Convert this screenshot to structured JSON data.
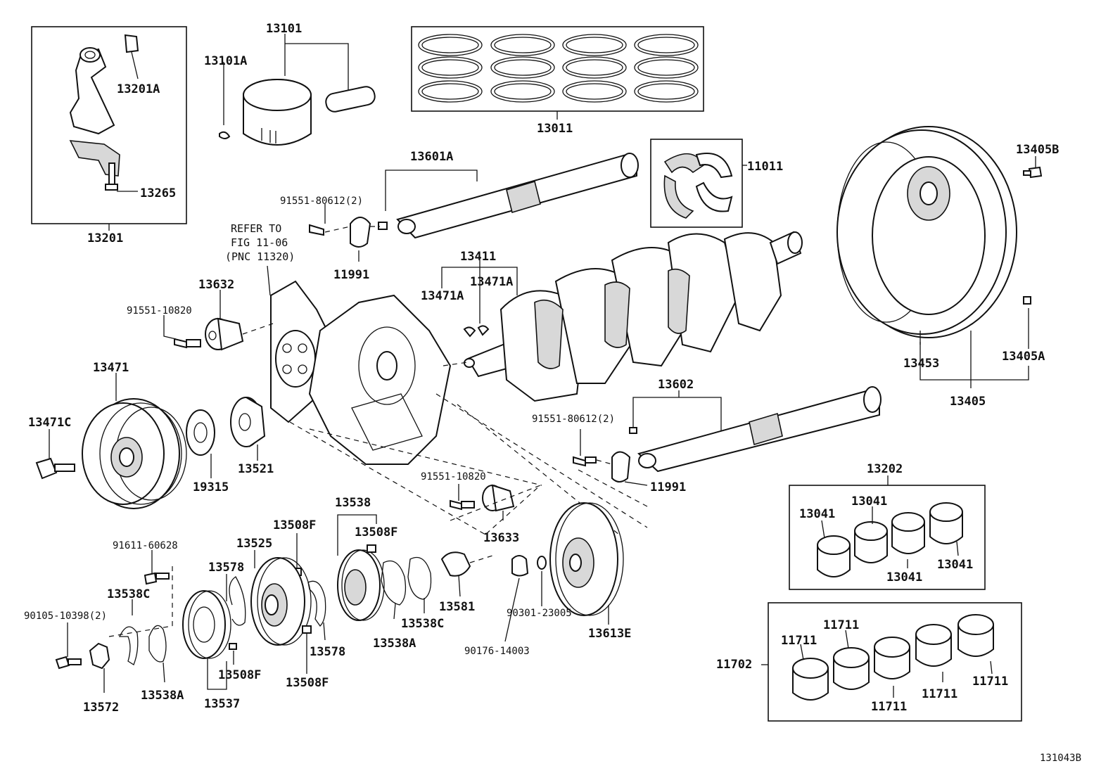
{
  "diagram_id": "131043B",
  "reference_note": [
    "REFER TO",
    "FIG 11-06",
    "(PNC 11320)"
  ],
  "callouts": {
    "c13101": "13101",
    "c13101A": "13101A",
    "c13201A": "13201A",
    "c13265": "13265",
    "c13201": "13201",
    "c13011": "13011",
    "c13601A": "13601A",
    "c11011": "11011",
    "c13405B": "13405B",
    "c91551_80612_top": "91551-80612(2)",
    "c11991_top": "11991",
    "c13411": "13411",
    "c13471A_left": "13471A",
    "c13471A_right": "13471A",
    "c13632": "13632",
    "c91551_10820_top": "91551-10820",
    "c13471": "13471",
    "c13471C": "13471C",
    "c19315": "19315",
    "c13521": "13521",
    "c13453": "13453",
    "c13405A": "13405A",
    "c13405": "13405",
    "c13602": "13602",
    "c91551_80612_mid": "91551-80612(2)",
    "c11991_mid": "11991",
    "c91551_10820_mid": "91551-10820",
    "c13633": "13633",
    "c13538": "13538",
    "c13508F_a": "13508F",
    "c13508F_b": "13508F",
    "c13525": "13525",
    "c91611_60628": "91611-60628",
    "c13578_a": "13578",
    "c13538C_a": "13538C",
    "c90105_10398": "90105-10398(2)",
    "c13581": "13581",
    "c13538C_b": "13538C",
    "c13538A_a": "13538A",
    "c13578_b": "13578",
    "c13508F_c": "13508F",
    "c13508F_d": "13508F",
    "c13572": "13572",
    "c13538A_b": "13538A",
    "c13537": "13537",
    "c90301_23005": "90301-23005",
    "c90176_14003": "90176-14003",
    "c13613E": "13613E",
    "c13202": "13202",
    "c13041_a": "13041",
    "c13041_b": "13041",
    "c13041_c": "13041",
    "c13041_d": "13041",
    "c11711_a": "11711",
    "c11711_b": "11711",
    "c11711_c": "11711",
    "c11711_d": "11711",
    "c11711_e": "11711",
    "c11702": "11702"
  },
  "colors": {
    "ink": "#111111",
    "paper": "#ffffff",
    "shade": "#d8d8d8"
  }
}
